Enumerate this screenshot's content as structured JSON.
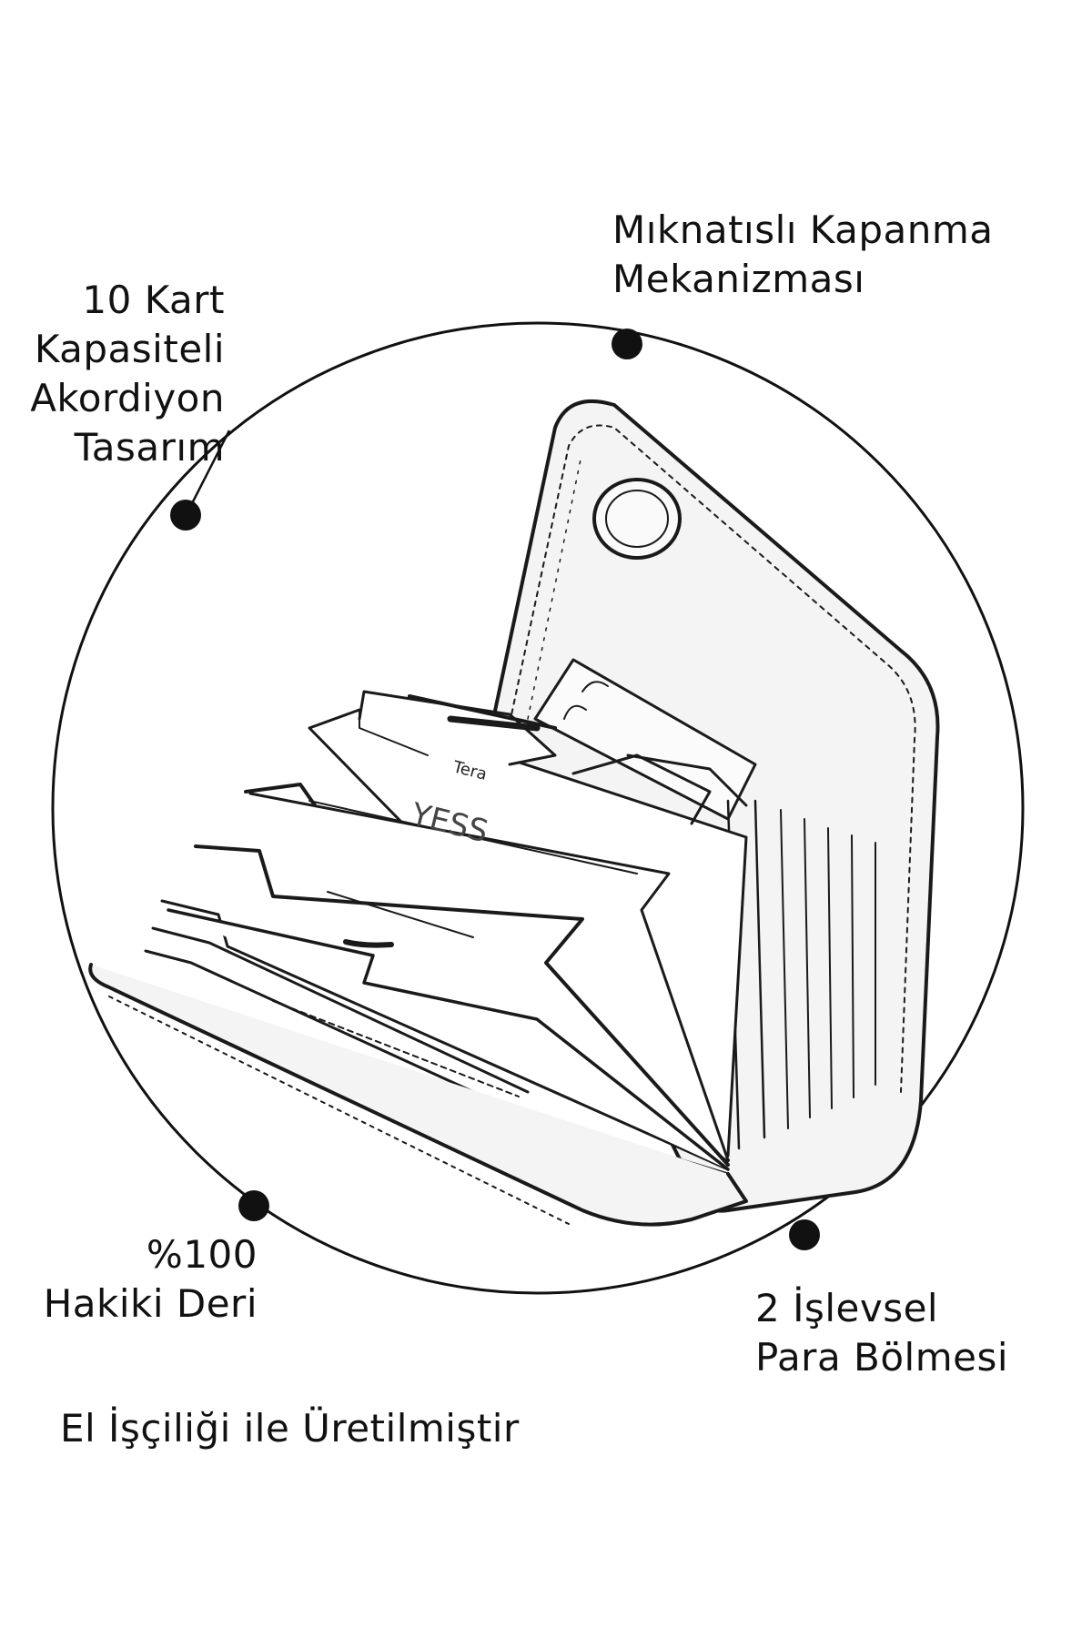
{
  "features": {
    "magnetic_closure": {
      "line1": "Mıknatıslı Kapanma",
      "line2": "Mekanizması"
    },
    "card_capacity": {
      "line1": "10 Kart",
      "line2": "Kapasiteli",
      "line3": "Akordiyon",
      "line4": "Tasarım"
    },
    "genuine_leather": {
      "line1": "%100",
      "line2": "Hakiki Deri"
    },
    "money_compartments": {
      "line1": "2 İşlevsel",
      "line2": "Para Bölmesi"
    }
  },
  "footer": {
    "handmade": "El İşçiliği ile Üretilmiştir"
  },
  "card_print": {
    "brand": "YESS",
    "logo": "Tera"
  },
  "colors": {
    "ink": "#111111",
    "background": "#ffffff"
  },
  "icons": [
    "marker-dot-icon",
    "wallet-illustration"
  ]
}
